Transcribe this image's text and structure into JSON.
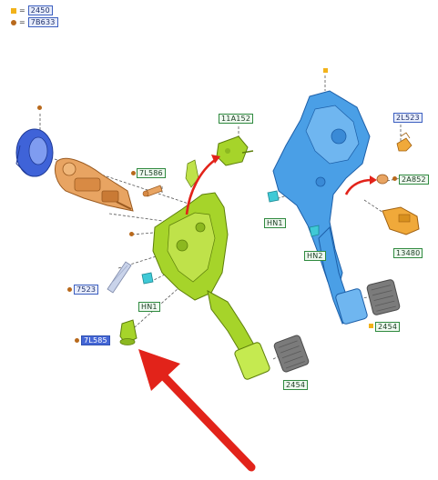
{
  "legend": {
    "square_ref": "2450",
    "dot_ref": "7B633",
    "equals": "="
  },
  "callouts": {
    "part_11A152": "11A152",
    "part_7L586": "7L586",
    "part_7523": "7523",
    "part_HN1_left": "HN1",
    "part_7L585": "7L585",
    "part_2454_left": "2454",
    "part_2L523": "2L523",
    "part_2A852": "2A852",
    "part_HN1_right": "HN1",
    "part_HN2": "HN2",
    "part_13480": "13480",
    "part_2454_right": "2454"
  },
  "colors": {
    "green_frame": "#a6d42a",
    "blue_frame": "#4a9fe6",
    "clutch_cylinder": "#e8a462",
    "reservoir": "#3f63d8",
    "rubber_pad": "#7b7b7b",
    "clip_cyan": "#3fc9d6",
    "spring_gray": "#c9d3ea",
    "switch_yellow": "#f0a93a",
    "arrow_red": "#e2231a",
    "marker_square": "#f2b21a",
    "marker_dot": "#b8691c"
  },
  "icons": {
    "legend_square": "orange-square-marker",
    "legend_dot": "brown-dot-marker",
    "pointer": "red-arrow"
  }
}
